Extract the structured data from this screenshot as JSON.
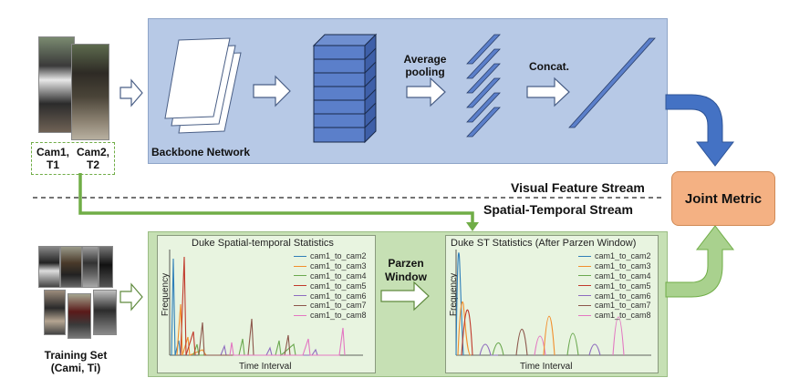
{
  "colors": {
    "visual_panel": "#b7c9e6",
    "st_panel": "#c6e0b4",
    "joint_box": "#f4b183",
    "blue_arrow": "#4472c4",
    "green_arrow": "#70ad47",
    "series": [
      "#2f7fb9",
      "#f28e2b",
      "#6aa84f",
      "#c0392b",
      "#8e6bbf",
      "#8c564b",
      "#e377c2"
    ]
  },
  "top": {
    "cam_labels": [
      "Cam1,\nT1",
      "Cam2,\nT2"
    ],
    "backbone_label": "Backbone Network",
    "avg_pool_label": "Average\npooling",
    "concat_label": "Concat.",
    "visual_stream_label": "Visual Feature Stream",
    "st_stream_label": "Spatial-Temporal Stream",
    "joint_metric_label": "Joint Metric"
  },
  "bottom": {
    "training_label": "Training Set\n(Cami, Ti)",
    "parzen_label": "Parzen\nWindow",
    "plots": [
      {
        "title": "Duke Spatial-temporal Statistics",
        "ylabel": "Frequency",
        "xlabel": "Time Interval",
        "legend": [
          "cam1_to_cam2",
          "cam1_to_cam3",
          "cam1_to_cam4",
          "cam1_to_cam5",
          "cam1_to_cam6",
          "cam1_to_cam7",
          "cam1_to_cam8"
        ]
      },
      {
        "title": "Duke ST Statistics (After Parzen Window)",
        "ylabel": "Frequency",
        "xlabel": "Time Interval",
        "legend": [
          "cam1_to_cam2",
          "cam1_to_cam3",
          "cam1_to_cam4",
          "cam1_to_cam5",
          "cam1_to_cam6",
          "cam1_to_cam7",
          "cam1_to_cam8"
        ]
      }
    ]
  }
}
